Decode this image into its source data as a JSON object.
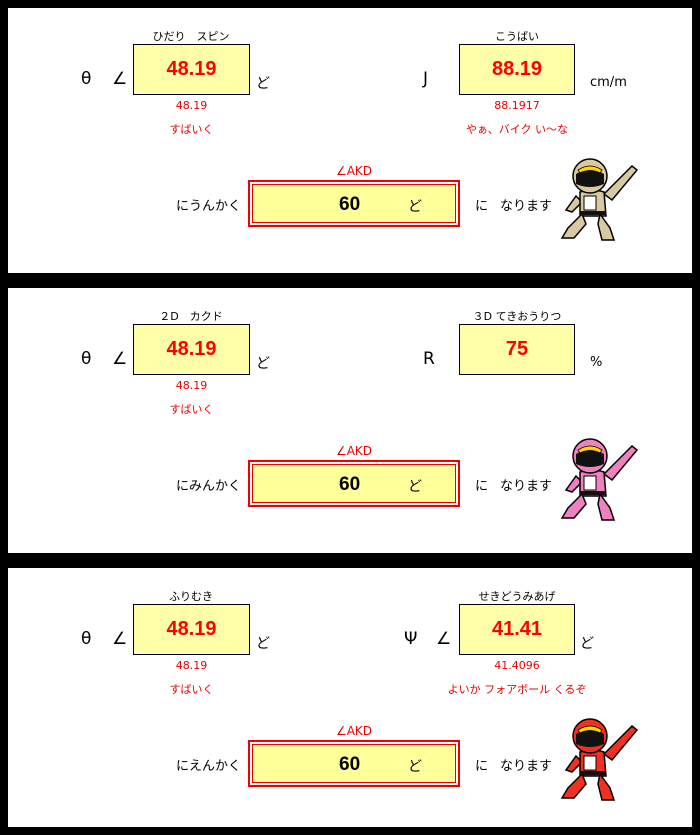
{
  "panels": [
    {
      "left": {
        "caption": "ひだり　スピン",
        "symbol": "θ",
        "angle": "∠",
        "value": "48.19",
        "unit": "ど",
        "exact": "48.19",
        "comment": "すばいく"
      },
      "right": {
        "caption": "こうばい",
        "symbol": "J",
        "angle": "",
        "value": "88.19",
        "unit": "cm/m",
        "exact": "88.1917",
        "comment": "やぁ、バイク い〜な"
      },
      "result": {
        "caption": "∠AKD",
        "label": "にうんかく",
        "value": "60",
        "unit": "ど",
        "ni": "に",
        "suffix": "なります"
      },
      "character_color": "#d8c9a0"
    },
    {
      "left": {
        "caption": "２D　カクド",
        "symbol": "θ",
        "angle": "∠",
        "value": "48.19",
        "unit": "ど",
        "exact": "48.19",
        "comment": "すばいく"
      },
      "right": {
        "caption": "３D てきおうりつ",
        "symbol": "R",
        "angle": "",
        "value": "75",
        "unit": "%",
        "exact": "",
        "comment": ""
      },
      "result": {
        "caption": "∠AKD",
        "label": "にみんかく",
        "value": "60",
        "unit": "ど",
        "ni": "に",
        "suffix": "なります"
      },
      "character_color": "#f080c0"
    },
    {
      "left": {
        "caption": "ふりむき",
        "symbol": "θ",
        "angle": "∠",
        "value": "48.19",
        "unit": "ど",
        "exact": "48.19",
        "comment": "すばいく"
      },
      "right": {
        "caption": "せきどうみあげ",
        "symbol": "Ψ",
        "angle": "∠",
        "value": "41.41",
        "unit": "ど",
        "exact": "41.4096",
        "comment": "よいか フォアボール くるぞ"
      },
      "result": {
        "caption": "∠AKD",
        "label": "にえんかく",
        "value": "60",
        "unit": "ど",
        "ni": "に",
        "suffix": "なります"
      },
      "character_color": "#f03020"
    }
  ]
}
